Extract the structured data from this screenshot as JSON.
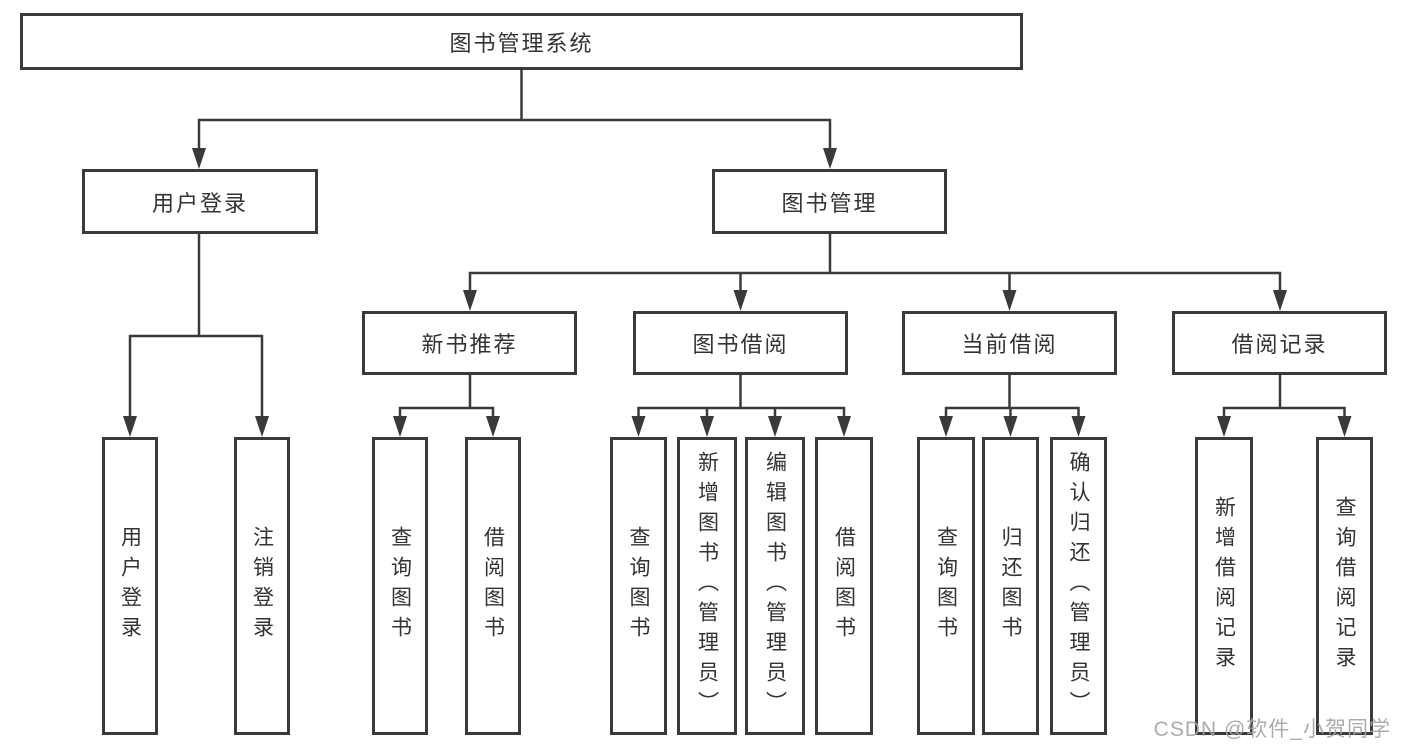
{
  "diagram": {
    "root": {
      "label": "图书管理系统"
    },
    "branches": [
      {
        "label": "用户登录",
        "children": [
          {
            "label": "用户登录"
          },
          {
            "label": "注销登录"
          }
        ]
      },
      {
        "label": "图书管理",
        "children": [
          {
            "label": "新书推荐",
            "children": [
              {
                "label": "查询图书"
              },
              {
                "label": "借阅图书"
              }
            ]
          },
          {
            "label": "图书借阅",
            "children": [
              {
                "label": "查询图书"
              },
              {
                "label": "新增图书（管理员）"
              },
              {
                "label": "编辑图书（管理员）"
              },
              {
                "label": "借阅图书"
              }
            ]
          },
          {
            "label": "当前借阅",
            "children": [
              {
                "label": "查询图书"
              },
              {
                "label": "归还图书"
              },
              {
                "label": "确认归还（管理员）"
              }
            ]
          },
          {
            "label": "借阅记录",
            "children": [
              {
                "label": "新增借阅记录"
              },
              {
                "label": "查询借阅记录"
              }
            ]
          }
        ]
      }
    ]
  },
  "colors": {
    "line": "#3a3a3a",
    "text": "#333333",
    "watermark": "#a5a5a5",
    "background": "#ffffff"
  },
  "watermark": {
    "text": "CSDN @软件_小贺同学"
  }
}
